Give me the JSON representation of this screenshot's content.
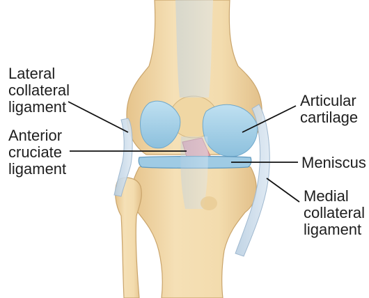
{
  "labels": {
    "lateral_collateral_ligament": [
      "Lateral",
      "collateral",
      "ligament"
    ],
    "anterior_cruciate_ligament": [
      "Anterior",
      "cruciate",
      "ligament"
    ],
    "articular_cartilage": [
      "Articular",
      "cartilage"
    ],
    "meniscus": [
      "Meniscus"
    ],
    "medial_collateral_ligament": [
      "Medial",
      "collateral",
      "ligament"
    ]
  },
  "colors": {
    "bone": "#f3dcae",
    "bone_shadow": "#e2c08a",
    "bone_outline": "#c9a46b",
    "cartilage": "#a9d4ea",
    "cartilage_dark": "#7fb6d6",
    "ligament": "#c9dbea",
    "acl": "#e2a6ae",
    "label_text": "#1e1e1e",
    "leader_line": "#111111"
  }
}
